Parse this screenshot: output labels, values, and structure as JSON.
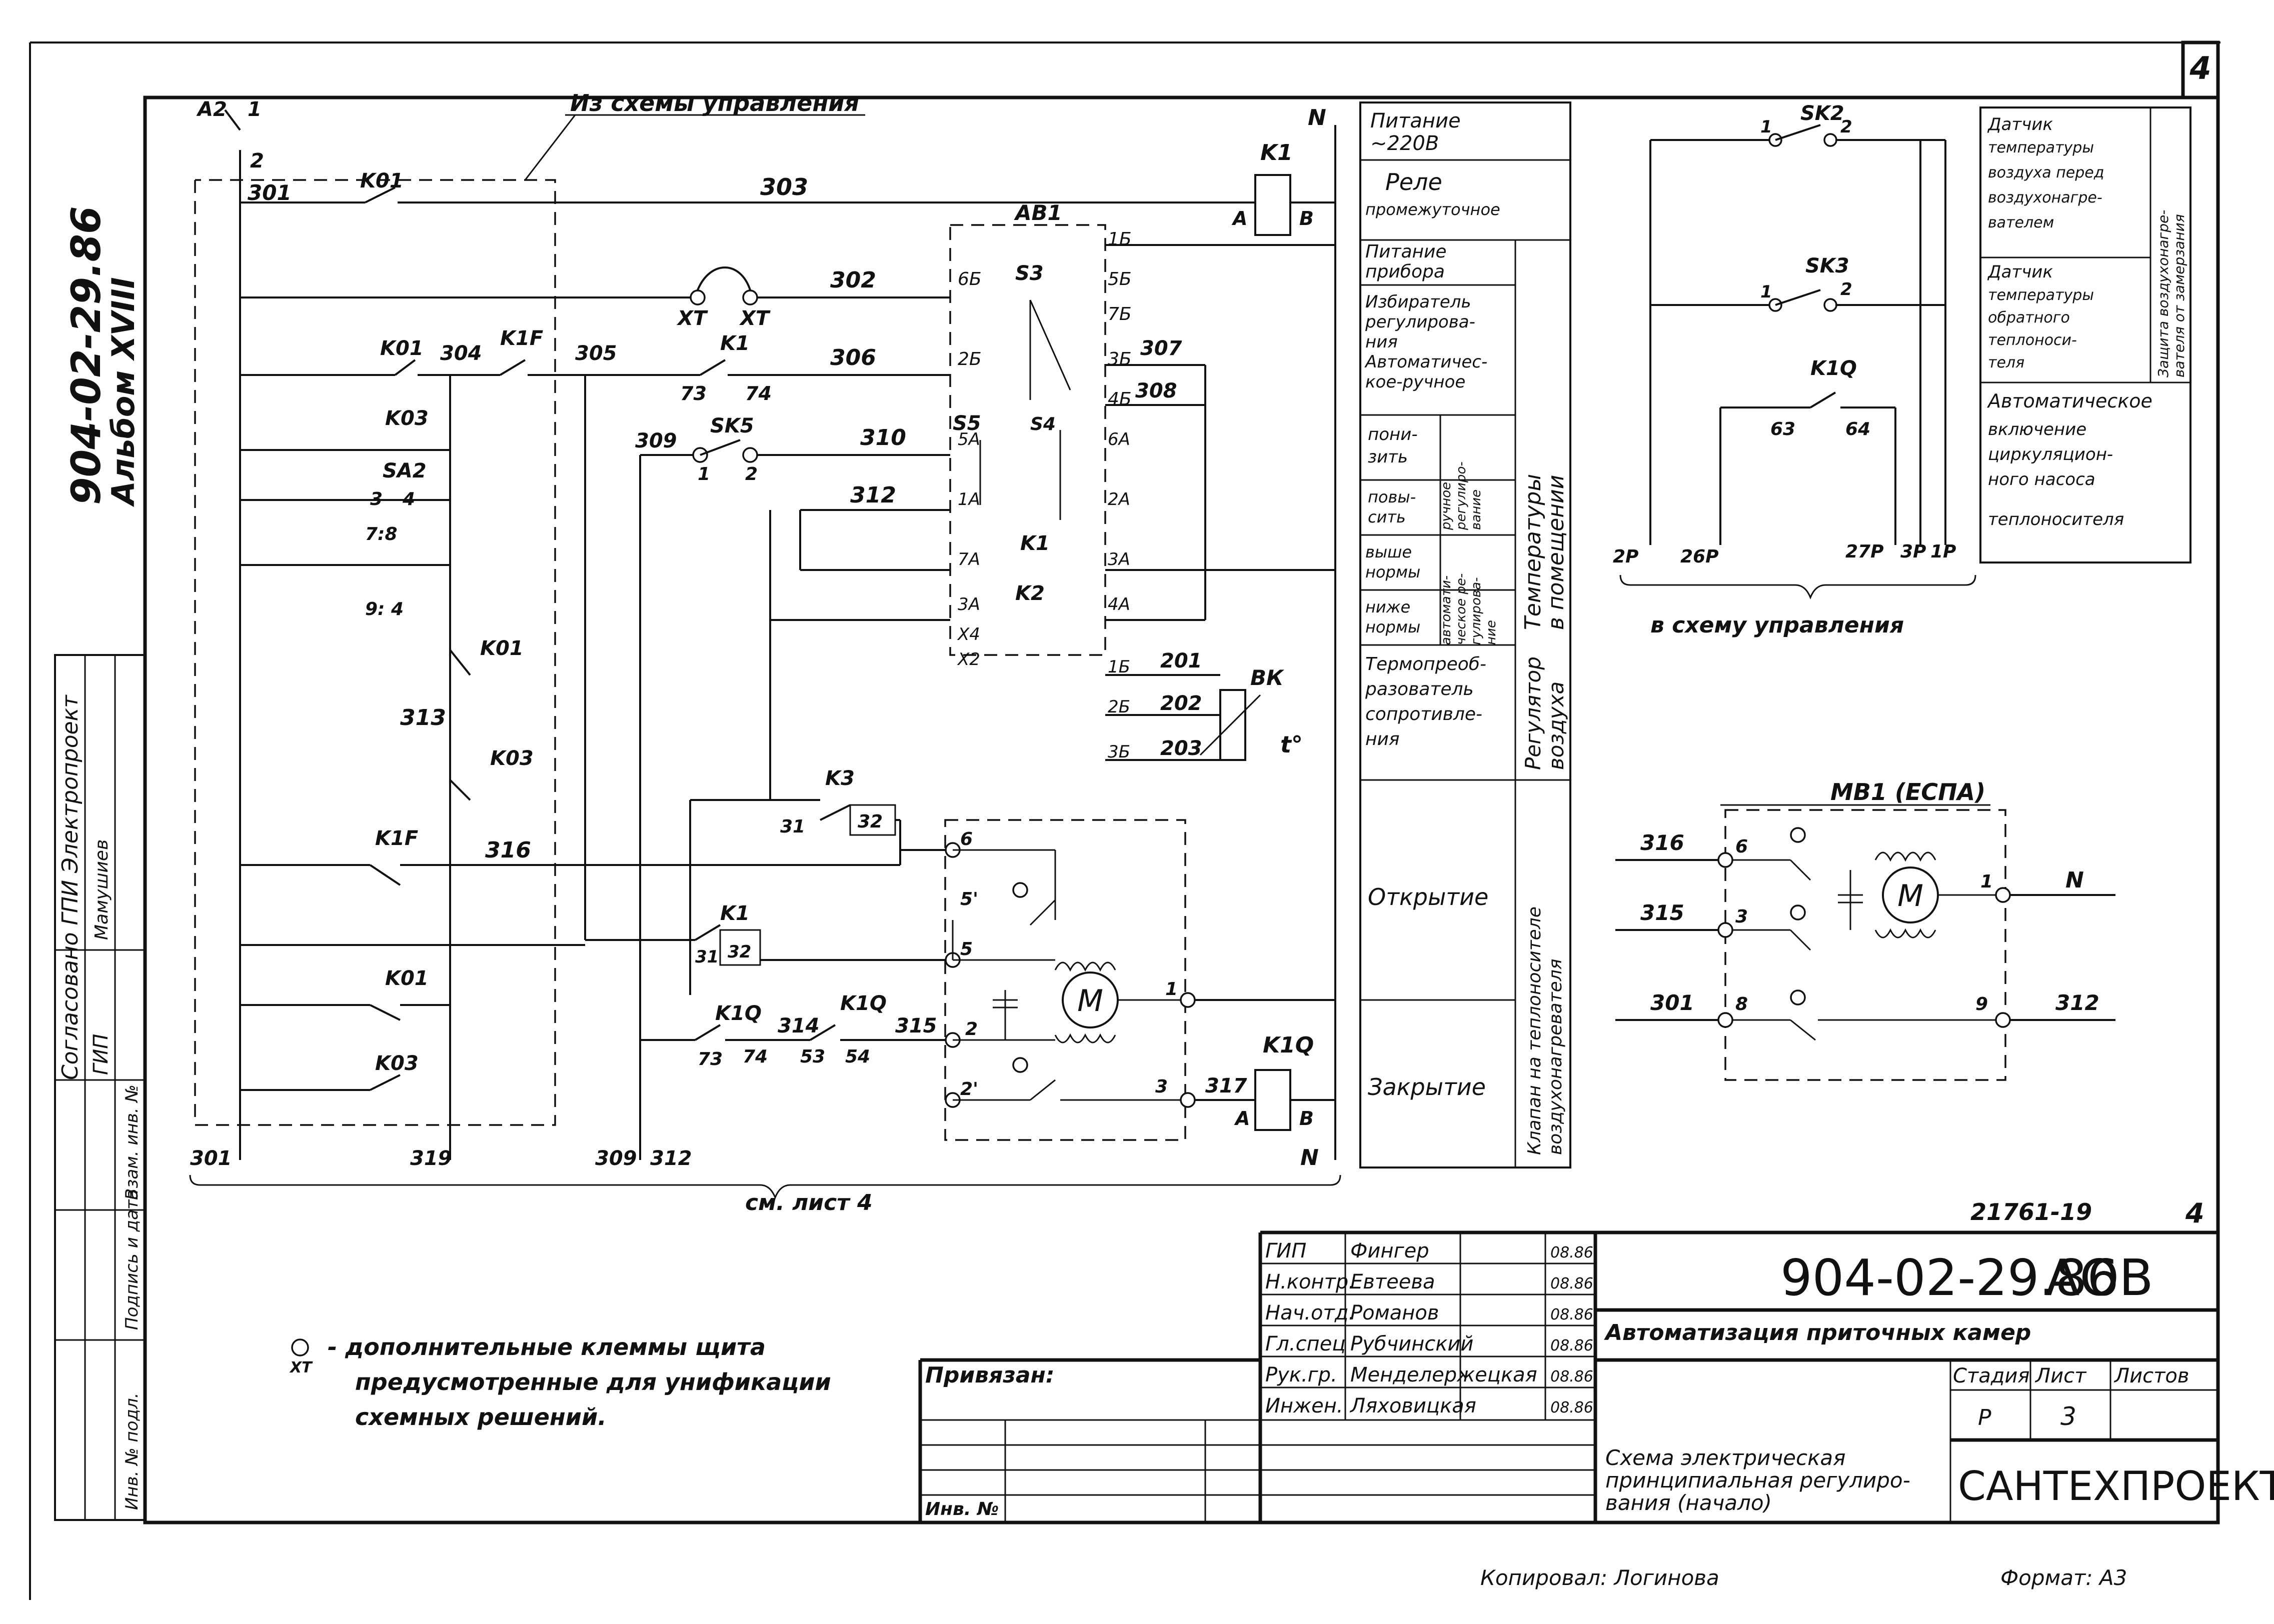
{
  "sheet": {
    "corner_number": "4",
    "doc_code_side": "904-02-29.86",
    "album_side": "Альбом XVIII",
    "side_agreed": "Согласовано ГПИ Электропроект",
    "side_gip": "ГИП",
    "side_name": "Мамушиев",
    "side_inv_no": "Взам. инв. №",
    "side_sign_date": "Подпись и дата",
    "side_inv_orig": "Инв. № подл.",
    "from_control_scheme": "Из схемы управления",
    "see_sheet": "см. лист 4",
    "to_control_scheme": "в схему управления",
    "sheet_ref": "21761-19",
    "sheet_ref_num": "4",
    "copied_by": "Копировал: Логинова",
    "format": "Формат: А3"
  },
  "functions": {
    "power_220": [
      "Питание",
      "~220В"
    ],
    "relay_intermediate": [
      "Реле",
      "промежуточное"
    ],
    "power_device": [
      "Питание",
      "прибора"
    ],
    "selector": [
      "Избиратель",
      "регулирова-",
      "ния",
      "Автоматичес-",
      "кое-ручное"
    ],
    "lower": [
      "пони-",
      "зить"
    ],
    "raise": [
      "повы-",
      "сить"
    ],
    "manual_reg": [
      "ручное",
      "регулиро-",
      "вание"
    ],
    "above_norm": [
      "выше",
      "нормы"
    ],
    "below_norm": [
      "ниже",
      "нормы"
    ],
    "auto_reg": [
      "автомати-",
      "ческое ре-",
      "гулирова-",
      "ние"
    ],
    "thermo": [
      "Термопреоб-",
      "разователь",
      "сопротивле-",
      "ния"
    ],
    "room_temp": [
      "Температуры",
      "в помещении"
    ],
    "air_reg": [
      "Регулятор",
      "воздуха"
    ],
    "opening": "Открытие",
    "closing": "Закрытие",
    "valve": [
      "Клапан на теплоносителе",
      "воздухонагревателя"
    ]
  },
  "sensors": {
    "air_temp": [
      "Датчик",
      "температуры",
      "воздуха перед",
      "воздухонагре-",
      "вателем"
    ],
    "return_temp": [
      "Датчик",
      "температуры",
      "обратного",
      "теплоноси-",
      "теля"
    ],
    "protection": [
      "Защита воздухонагре-",
      "вателя от замерзания"
    ],
    "auto_pump": [
      "Автоматическое",
      "включение",
      "циркуляцион-",
      "ного насоса",
      "теплоносителя"
    ]
  },
  "labels": {
    "A2": "А2",
    "one": "1",
    "two": "2",
    "three": "3",
    "four": "4",
    "five": "5",
    "five_p": "5'",
    "six": "6",
    "eight": "8",
    "nine": "9",
    "two_p": "2'",
    "w301": "301",
    "w302": "302",
    "w303": "303",
    "w304": "304",
    "w305": "305",
    "w306": "306",
    "w307": "307",
    "w308": "308",
    "w309": "309",
    "w310": "310",
    "w312": "312",
    "w313": "313",
    "w314": "314",
    "w315": "315",
    "w316": "316",
    "w317": "317",
    "w319": "319",
    "w201": "201",
    "w202": "202",
    "w203": "203",
    "K01": "K01",
    "K03": "K03",
    "K1F": "K1F",
    "K1": "K1",
    "K2": "K2",
    "K3": "K3",
    "K1Q": "K1Q",
    "SA2": "SA2",
    "SK5": "SK5",
    "SK2": "SK2",
    "SK3": "SK3",
    "XT": "XT",
    "AB1": "АВ1",
    "S3": "S3",
    "S4": "S4",
    "S5": "S5",
    "BK": "ВК",
    "t": "t°",
    "N": "N",
    "A": "А",
    "B": "В",
    "p73": "73",
    "p74": "74",
    "p31": "31",
    "p32": "32",
    "p53": "53",
    "p54": "54",
    "p63": "63",
    "p64": "64",
    "p78": "7:8",
    "p94": "9: 4",
    "c1B": "1Б",
    "c5B": "5Б",
    "c7B": "7Б",
    "c6B": "6Б",
    "c2B": "2Б",
    "c3B": "3Б",
    "c4B": "4Б",
    "c5A": "5А",
    "c6A": "6А",
    "c1A": "1А",
    "c2A": "2А",
    "c7A": "7А",
    "c3A": "3А",
    "c4A": "4А",
    "cX4": "Х4",
    "cX2": "Х2",
    "MB1": "МВ1 (ЕСПА)",
    "M": "М",
    "r2P": "2Р",
    "r26P": "26Р",
    "r27P": "27Р",
    "r3P": "3Р",
    "r1P": "1Р"
  },
  "note": {
    "symbol_sub": "ХТ",
    "text": [
      "- дополнительные клеммы щита",
      "предусмотренные для унификации",
      "схемных решений."
    ]
  },
  "title_block": {
    "doc_code": "904-02-29.86",
    "suffix": "АОВ",
    "project": "Автоматизация приточных камер",
    "bound": "Привязан:",
    "inv_no": "Инв. №",
    "stage_h": "Стадия",
    "sheet_h": "Лист",
    "sheets_h": "Листов",
    "stage": "Р",
    "sheet": "3",
    "title": [
      "Схема электрическая",
      "принципиальная регулиро-",
      "вания (начало)"
    ],
    "org": "САНТЕХПРОЕКТ",
    "roles": [
      {
        "role": "ГИП",
        "name": "Фингер",
        "date": "08.86"
      },
      {
        "role": "Н.контр.",
        "name": "Евтеева",
        "date": "08.86"
      },
      {
        "role": "Нач.отд.",
        "name": "Романов",
        "date": "08.86"
      },
      {
        "role": "Гл.спец",
        "name": "Рубчинский",
        "date": "08.86"
      },
      {
        "role": "Рук.гр.",
        "name": "Менделержецкая",
        "date": "08.86"
      },
      {
        "role": "Инжен.",
        "name": "Ляховицкая",
        "date": "08.86"
      }
    ]
  }
}
